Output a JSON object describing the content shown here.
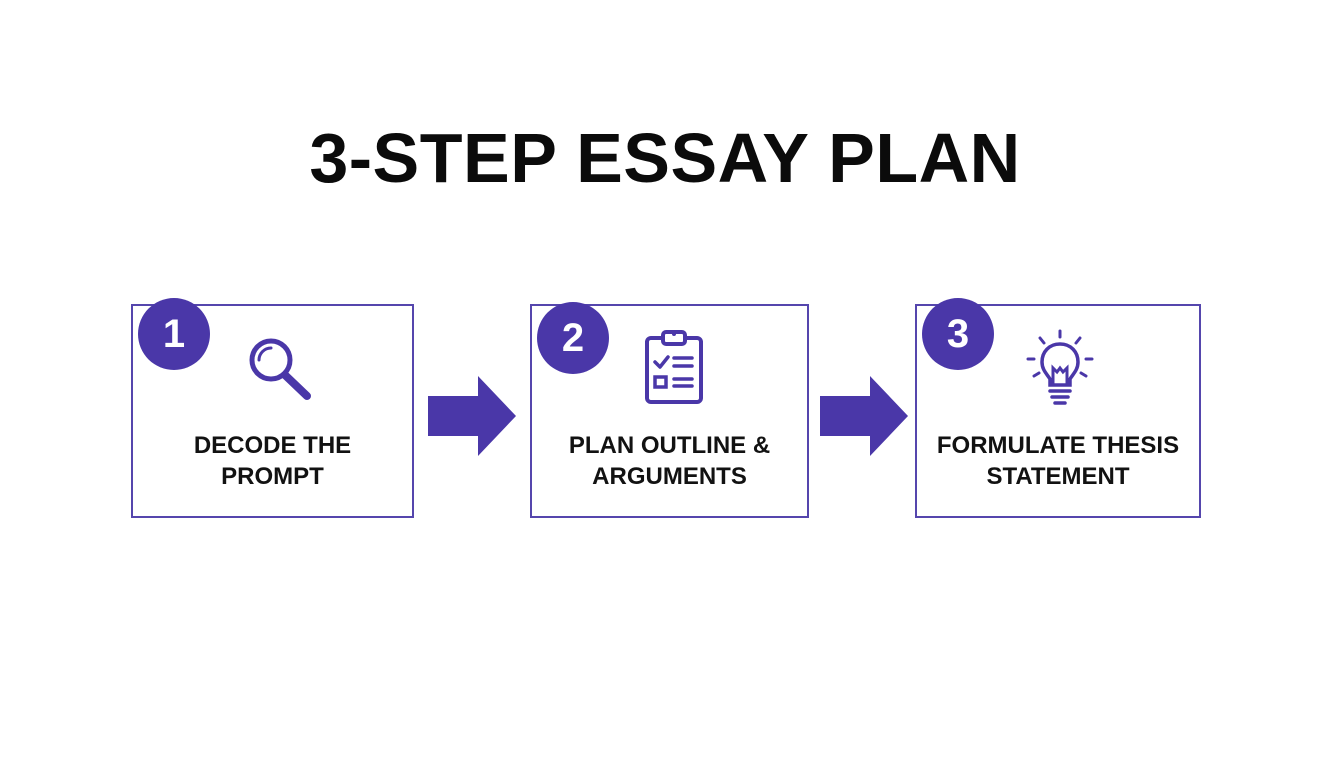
{
  "diagram": {
    "title": "3-STEP ESSAY PLAN",
    "steps": [
      {
        "number": "1",
        "label": "DECODE THE\nPROMPT",
        "icon": "magnifying-glass-icon"
      },
      {
        "number": "2",
        "label": "PLAN OUTLINE &\nARGUMENTS",
        "icon": "clipboard-checklist-icon"
      },
      {
        "number": "3",
        "label": "FORMULATE THESIS\nSTATEMENT",
        "icon": "lightbulb-icon"
      }
    ],
    "colors": {
      "accent": "#4a37a8",
      "border": "#5546ad",
      "text": "#121212",
      "background": "#ffffff"
    }
  }
}
